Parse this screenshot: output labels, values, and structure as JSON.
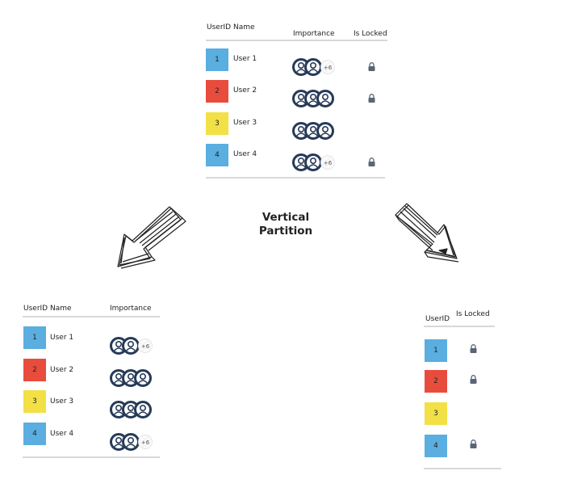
{
  "colors": {
    "blue": "#5aaee0",
    "red": "#e84c3d",
    "yellow": "#f2e046",
    "ink": "#263a58"
  },
  "title": {
    "line1": "Vertical",
    "line2": "Partition"
  },
  "top_table": {
    "headers": {
      "userid_name": "UserID Name",
      "importance": "Importance",
      "locked": "Is Locked"
    },
    "rows": [
      {
        "id": "1",
        "name": "User 1",
        "color": "#5aaee0",
        "icons": 2,
        "more": "+6",
        "locked": true
      },
      {
        "id": "2",
        "name": "User 2",
        "color": "#e84c3d",
        "icons": 3,
        "more": "",
        "locked": true
      },
      {
        "id": "3",
        "name": "User 3",
        "color": "#f2e046",
        "icons": 3,
        "more": "",
        "locked": false
      },
      {
        "id": "4",
        "name": "User 4",
        "color": "#5aaee0",
        "icons": 2,
        "more": "+6",
        "locked": true
      }
    ]
  },
  "left_table": {
    "headers": {
      "userid_name": "UserID Name",
      "importance": "Importance"
    },
    "rows": [
      {
        "id": "1",
        "name": "User 1",
        "color": "#5aaee0",
        "icons": 2,
        "more": "+6"
      },
      {
        "id": "2",
        "name": "User 2",
        "color": "#e84c3d",
        "icons": 3,
        "more": ""
      },
      {
        "id": "3",
        "name": "User 3",
        "color": "#f2e046",
        "icons": 3,
        "more": ""
      },
      {
        "id": "4",
        "name": "User 4",
        "color": "#5aaee0",
        "icons": 2,
        "more": "+6"
      }
    ]
  },
  "right_table": {
    "headers": {
      "userid": "UserID",
      "locked": "Is Locked"
    },
    "rows": [
      {
        "id": "1",
        "color": "#5aaee0",
        "locked": true
      },
      {
        "id": "2",
        "color": "#e84c3d",
        "locked": true
      },
      {
        "id": "3",
        "color": "#f2e046",
        "locked": false
      },
      {
        "id": "4",
        "color": "#5aaee0",
        "locked": true
      }
    ]
  }
}
